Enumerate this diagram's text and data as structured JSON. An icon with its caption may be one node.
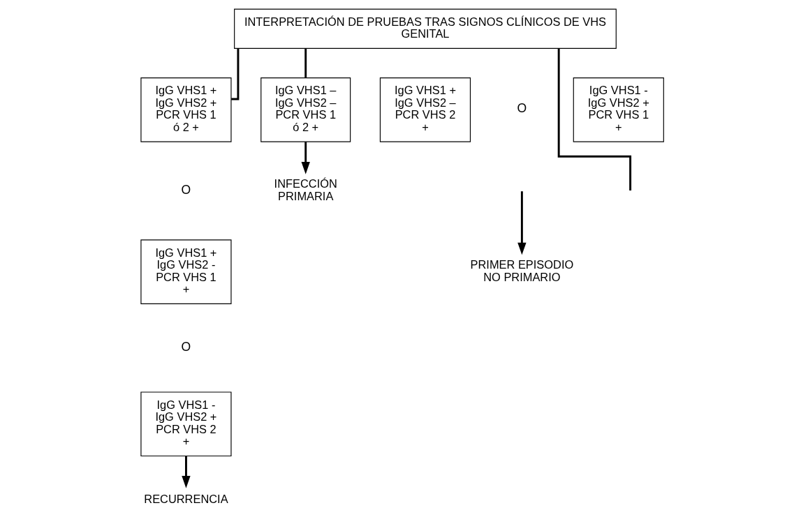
{
  "diagram": {
    "nodes": [
      {
        "text": [
          "INTERPRETACIÓN DE PRUEBAS TRAS SIGNOS CLÍNICOS DE VHS GENITAL"
        ]
      },
      {
        "text": [
          "IgG VHS1 – IgG VHS2 – PCR VHS 1 ó 2 +"
        ]
      },
      {
        "text": [
          "IgG VHS1 + IgG VHS2 – PCR VHS 2 +"
        ]
      },
      {
        "text": [
          "IgG VHS1 - IgG VHS2 + PCR VHS 1 +"
        ]
      },
      {
        "text": [
          "IgG VHS1 + IgG VHS2 + PCR VHS 1 ó 2 +"
        ]
      },
      {
        "text": [
          "IgG VHS1 + IgG VHS2 - PCR VHS 1 +"
        ]
      },
      {
        "text": [
          "IgG VHS1 - IgG VHS2 + PCR VHS 2 +"
        ]
      },
      {
        "text": [
          "INFECCIÓN PRIMARIA"
        ]
      },
      {
        "text": [
          "PRIMER EPISODIO NO PRIMARIO"
        ]
      },
      {
        "text": [
          "RECURRENCIA"
        ]
      }
    ],
    "edges": [
      {
        "from": 0,
        "to": 1,
        "arrow": "none"
      },
      {
        "from": 0,
        "to": null,
        "arrow": "none"
      },
      {
        "from": 0,
        "to": 4,
        "arrow": "none"
      },
      {
        "from": 1,
        "to": 7,
        "arrow": "to"
      },
      {
        "from": null,
        "to": 8,
        "arrow": "to"
      },
      {
        "from": 6,
        "to": 9,
        "arrow": "to"
      }
    ],
    "labels": [
      "O",
      "O",
      "O"
    ]
  }
}
